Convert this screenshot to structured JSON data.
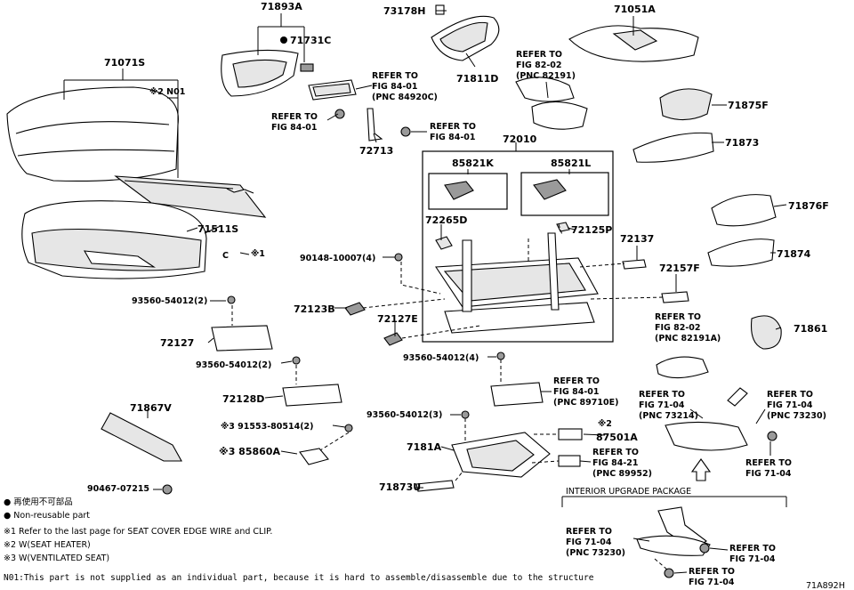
{
  "callouts": {
    "c71893A": "71893A",
    "c71731C": "71731C",
    "c73178H": "73178H",
    "c71811D": "71811D",
    "c71051A": "71051A",
    "c71071S": "71071S",
    "cN01": "※2 N01",
    "ref8401a": "REFER TO",
    "ref8401a2": "FIG 84-01",
    "ref8401a3": "(PNC 84920C)",
    "ref8401b": "REFER TO",
    "ref8401b2": "FIG 84-01",
    "ref8401c": "REFER TO",
    "ref8401c2": "FIG 84-01",
    "ref8202a": "REFER TO",
    "ref8202a2": "FIG 82-02",
    "ref8202a3": "(PNC 82191)",
    "c72713": "72713",
    "c72010": "72010",
    "c71875F": "71875F",
    "c71873": "71873",
    "c85821K": "85821K",
    "c85821L": "85821L",
    "c72265D": "72265D",
    "c72125P": "72125P",
    "c71876F": "71876F",
    "c71511S": "71511S",
    "cstar1": "※1",
    "c90148": "90148-10007(4)",
    "c72137": "72137",
    "c71874": "71874",
    "c93560a": "93560-54012(2)",
    "c72157F": "72157F",
    "c72123B": "72123B",
    "c72127E": "72127E",
    "ref8202b": "REFER TO",
    "ref8202b2": "FIG 82-02",
    "ref8202b3": "(PNC 82191A)",
    "c71861": "71861",
    "c72127": "72127",
    "c93560b": "93560-54012(2)",
    "c93560c": "93560-54012(4)",
    "ref8401d": "REFER TO",
    "ref8401d2": "FIG 84-01",
    "ref8401d3": "(PNC 89710E)",
    "c72128D": "72128D",
    "ref7104a": "REFER TO",
    "ref7104a2": "FIG 71-04",
    "ref7104a3": "(PNC 73214)",
    "ref7104b": "REFER TO",
    "ref7104b2": "FIG 71-04",
    "ref7104b3": "(PNC 73230)",
    "c71867V": "71867V",
    "c93560d": "93560-54012(3)",
    "c91553": "※3 91553-80514(2)",
    "c87501A": "87501A",
    "cstar2": "※2",
    "c7181A": "7181A",
    "c85860A": "※3 85860A",
    "ref8421": "REFER TO",
    "ref8421b": "FIG 84-21",
    "ref8421c": "(PNC 89952)",
    "ref7104c": "REFER TO",
    "ref7104c2": "FIG 71-04",
    "c90467": "90467-07215",
    "c71873U": "71873U",
    "pkg_title": "INTERIOR UPGRADE PACKAGE",
    "ref7104d": "REFER TO",
    "ref7104d2": "FIG 71-04",
    "ref7104d3": "(PNC 73230)",
    "ref7104e": "REFER TO",
    "ref7104e2": "FIG 71-04",
    "ref7104f": "REFER TO",
    "ref7104f2": "FIG 71-04"
  },
  "legend": {
    "line1": "● 再使用不可部品",
    "line2": "● Non-reusable part",
    "line3": "※1 Refer to the last page for SEAT COVER EDGE WIRE and CLIP.",
    "line4": "※2 W(SEAT HEATER)",
    "line5": "※3 W(VENTILATED SEAT)",
    "line6": "N01:This part is not supplied as an individual part, because it is hard to assemble/disassemble due to the structure"
  },
  "figure_id": "71A892H"
}
